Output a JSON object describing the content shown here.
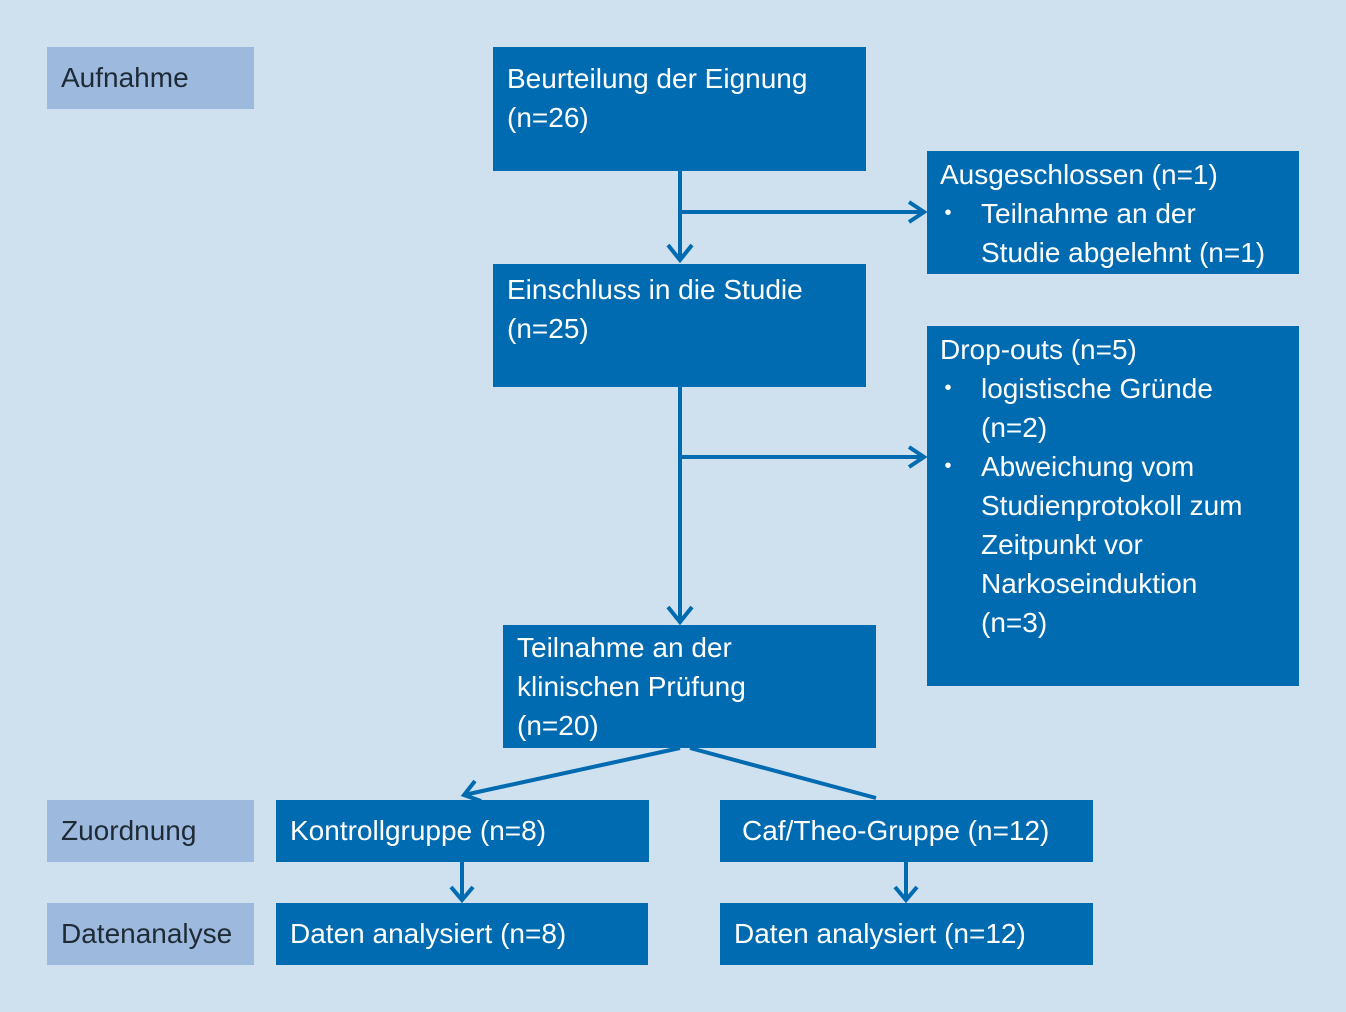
{
  "stages": {
    "enrollment": "Aufnahme",
    "allocation": "Zuordnung",
    "analysis": "Datenanalyse"
  },
  "eligibility": {
    "lines": [
      "Beurteilung der Eignung",
      "(n=26)"
    ]
  },
  "excluded": {
    "title": "Ausgeschlossen (n=1)",
    "bullets": [
      {
        "lines": [
          "Teilnahme an der",
          "Studie abgelehnt (n=1)"
        ]
      }
    ]
  },
  "included": {
    "lines": [
      "Einschluss in die Studie",
      "(n=25)"
    ]
  },
  "dropouts": {
    "title": "Drop-outs (n=5)",
    "bullets": [
      {
        "lines": [
          "logistische Gründe",
          "(n=2)"
        ]
      },
      {
        "lines": [
          "Abweichung vom",
          "Studienprotokoll zum",
          "Zeitpunkt vor",
          "Narkoseinduktion",
          "(n=3)"
        ]
      }
    ]
  },
  "participation": {
    "lines": [
      "Teilnahme an der",
      "klinischen Prüfung",
      "(n=20)"
    ]
  },
  "control_group": {
    "label": "Kontrollgruppe (n=8)"
  },
  "caf_group": {
    "label": "Caf/Theo-Gruppe (n=12)"
  },
  "control_analysis": {
    "label": "Daten analysiert (n=8)"
  },
  "caf_analysis": {
    "label": "Daten analysiert (n=12)"
  },
  "colors": {
    "background": "#cfe0ee",
    "box": "#006bb0",
    "stage_label": "#9db9dd",
    "arrow": "#006bb0"
  }
}
